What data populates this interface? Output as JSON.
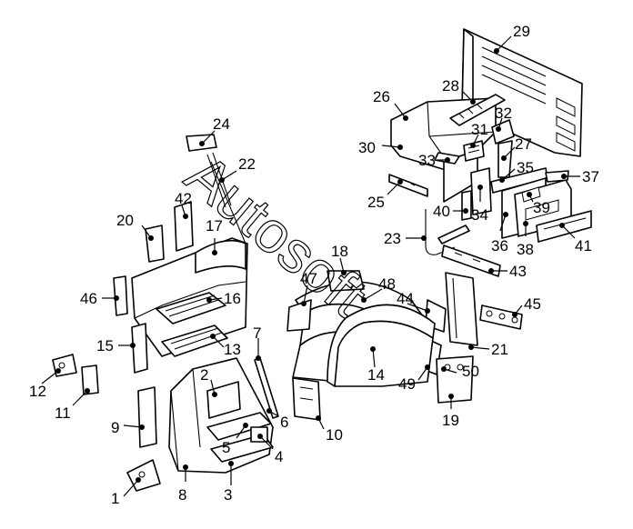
{
  "watermark": "Autosoft",
  "callouts": [
    "1",
    "2",
    "3",
    "4",
    "5",
    "6",
    "7",
    "8",
    "9",
    "10",
    "11",
    "12",
    "13",
    "14",
    "15",
    "16",
    "17",
    "18",
    "19",
    "20",
    "21",
    "22",
    "23",
    "24",
    "25",
    "26",
    "27",
    "28",
    "29",
    "30",
    "31",
    "32",
    "33",
    "34",
    "35",
    "36",
    "37",
    "38",
    "39",
    "40",
    "41",
    "42",
    "43",
    "44",
    "45",
    "46",
    "47",
    "48",
    "49",
    "50"
  ]
}
